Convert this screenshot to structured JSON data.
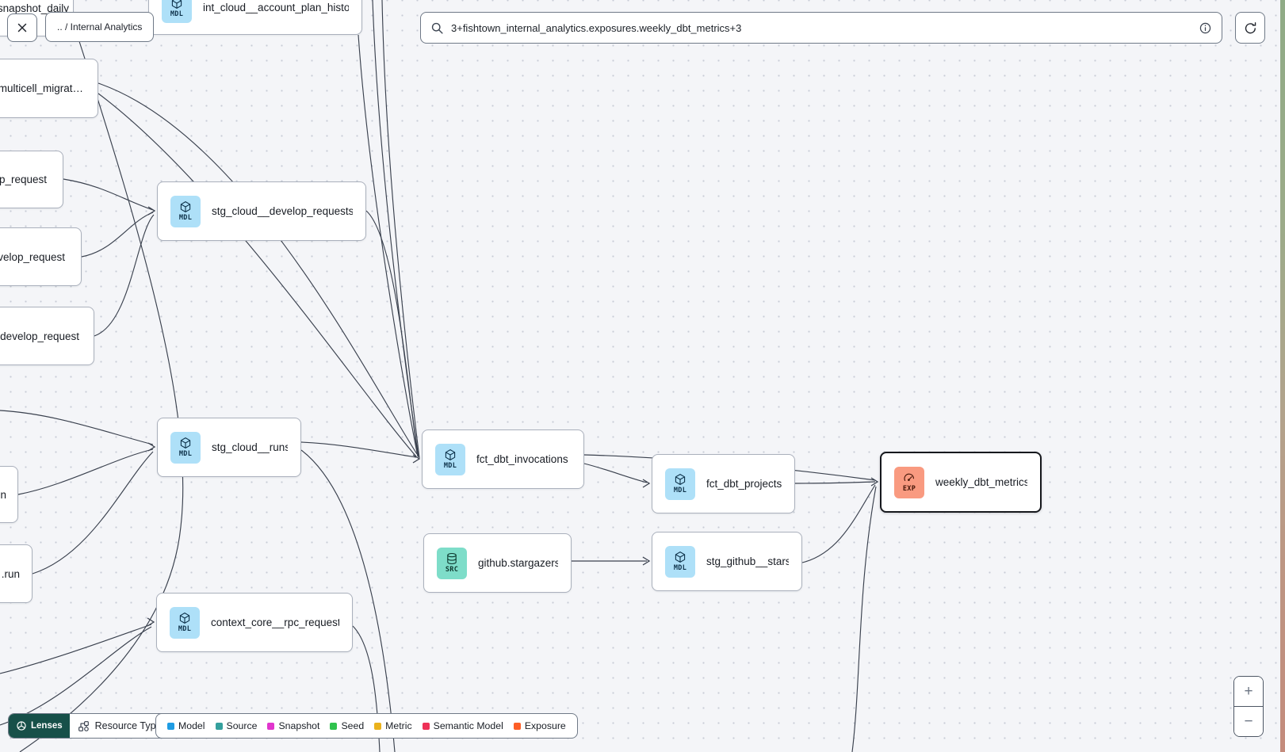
{
  "toolbar": {
    "breadcrumb": ".. / Internal Analytics",
    "search_value": "3+fishtown_internal_analytics.exposures.weekly_dbt_metrics+3"
  },
  "nodes": [
    {
      "label": "snapshot_daily",
      "type": "model",
      "badge": ""
    },
    {
      "label": "int_cloud__account_plan_history",
      "type": "model",
      "badge": "MDL"
    },
    {
      "label": "multicell_migrat…",
      "type": "model",
      "badge": ""
    },
    {
      "label": "op_request",
      "type": "model",
      "badge": ""
    },
    {
      "label": "velop_request",
      "type": "model",
      "badge": ""
    },
    {
      "label": ".develop_request",
      "type": "model",
      "badge": ""
    },
    {
      "label": "stg_cloud__develop_requests",
      "type": "model",
      "badge": "MDL"
    },
    {
      "label": "stg_cloud__runs",
      "type": "model",
      "badge": "MDL"
    },
    {
      "label": "n",
      "type": "model",
      "badge": ""
    },
    {
      "label": ".run",
      "type": "model",
      "badge": ""
    },
    {
      "label": "fct_dbt_invocations",
      "type": "model",
      "badge": "MDL"
    },
    {
      "label": "fct_dbt_projects",
      "type": "model",
      "badge": "MDL"
    },
    {
      "label": "weekly_dbt_metrics",
      "type": "exposure",
      "badge": "EXP",
      "selected": true
    },
    {
      "label": "github.stargazers",
      "type": "source",
      "badge": "SRC"
    },
    {
      "label": "stg_github__stars",
      "type": "model",
      "badge": "MDL"
    },
    {
      "label": "context_core__rpc_request",
      "type": "model",
      "badge": "MDL"
    }
  ],
  "footer": {
    "lenses_label": "Lenses",
    "resource_type_label": "Resource Type",
    "legend": [
      {
        "label": "Model",
        "color": "#1f9ce3"
      },
      {
        "label": "Source",
        "color": "#35a09d"
      },
      {
        "label": "Snapshot",
        "color": "#e135cd"
      },
      {
        "label": "Seed",
        "color": "#2fc24d"
      },
      {
        "label": "Metric",
        "color": "#eab21c"
      },
      {
        "label": "Semantic Model",
        "color": "#ee3157"
      },
      {
        "label": "Exposure",
        "color": "#fd5e26"
      }
    ]
  },
  "zoom_controls": {
    "zoom_in": "+",
    "zoom_out": "−"
  }
}
